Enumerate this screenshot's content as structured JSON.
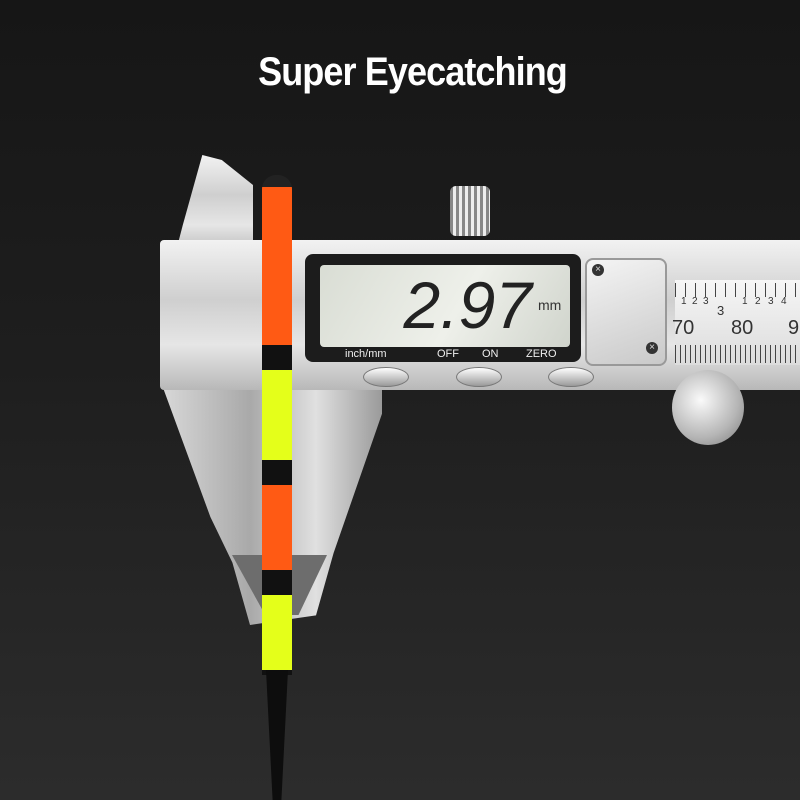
{
  "title": "Super Eyecatching",
  "caliper": {
    "reading": "2.97",
    "unit": "mm",
    "buttons": [
      "inch/mm",
      "OFF",
      "ON",
      "ZERO"
    ],
    "ruler_main": [
      "70",
      "80",
      "9"
    ],
    "ruler_vernier": [
      "1",
      "2",
      "3",
      "3",
      "1",
      "2",
      "3",
      "4"
    ]
  },
  "colors": {
    "float_orange": "#ff5a14",
    "float_yellow": "#e4ff1a",
    "background": "#1e1e1e"
  }
}
